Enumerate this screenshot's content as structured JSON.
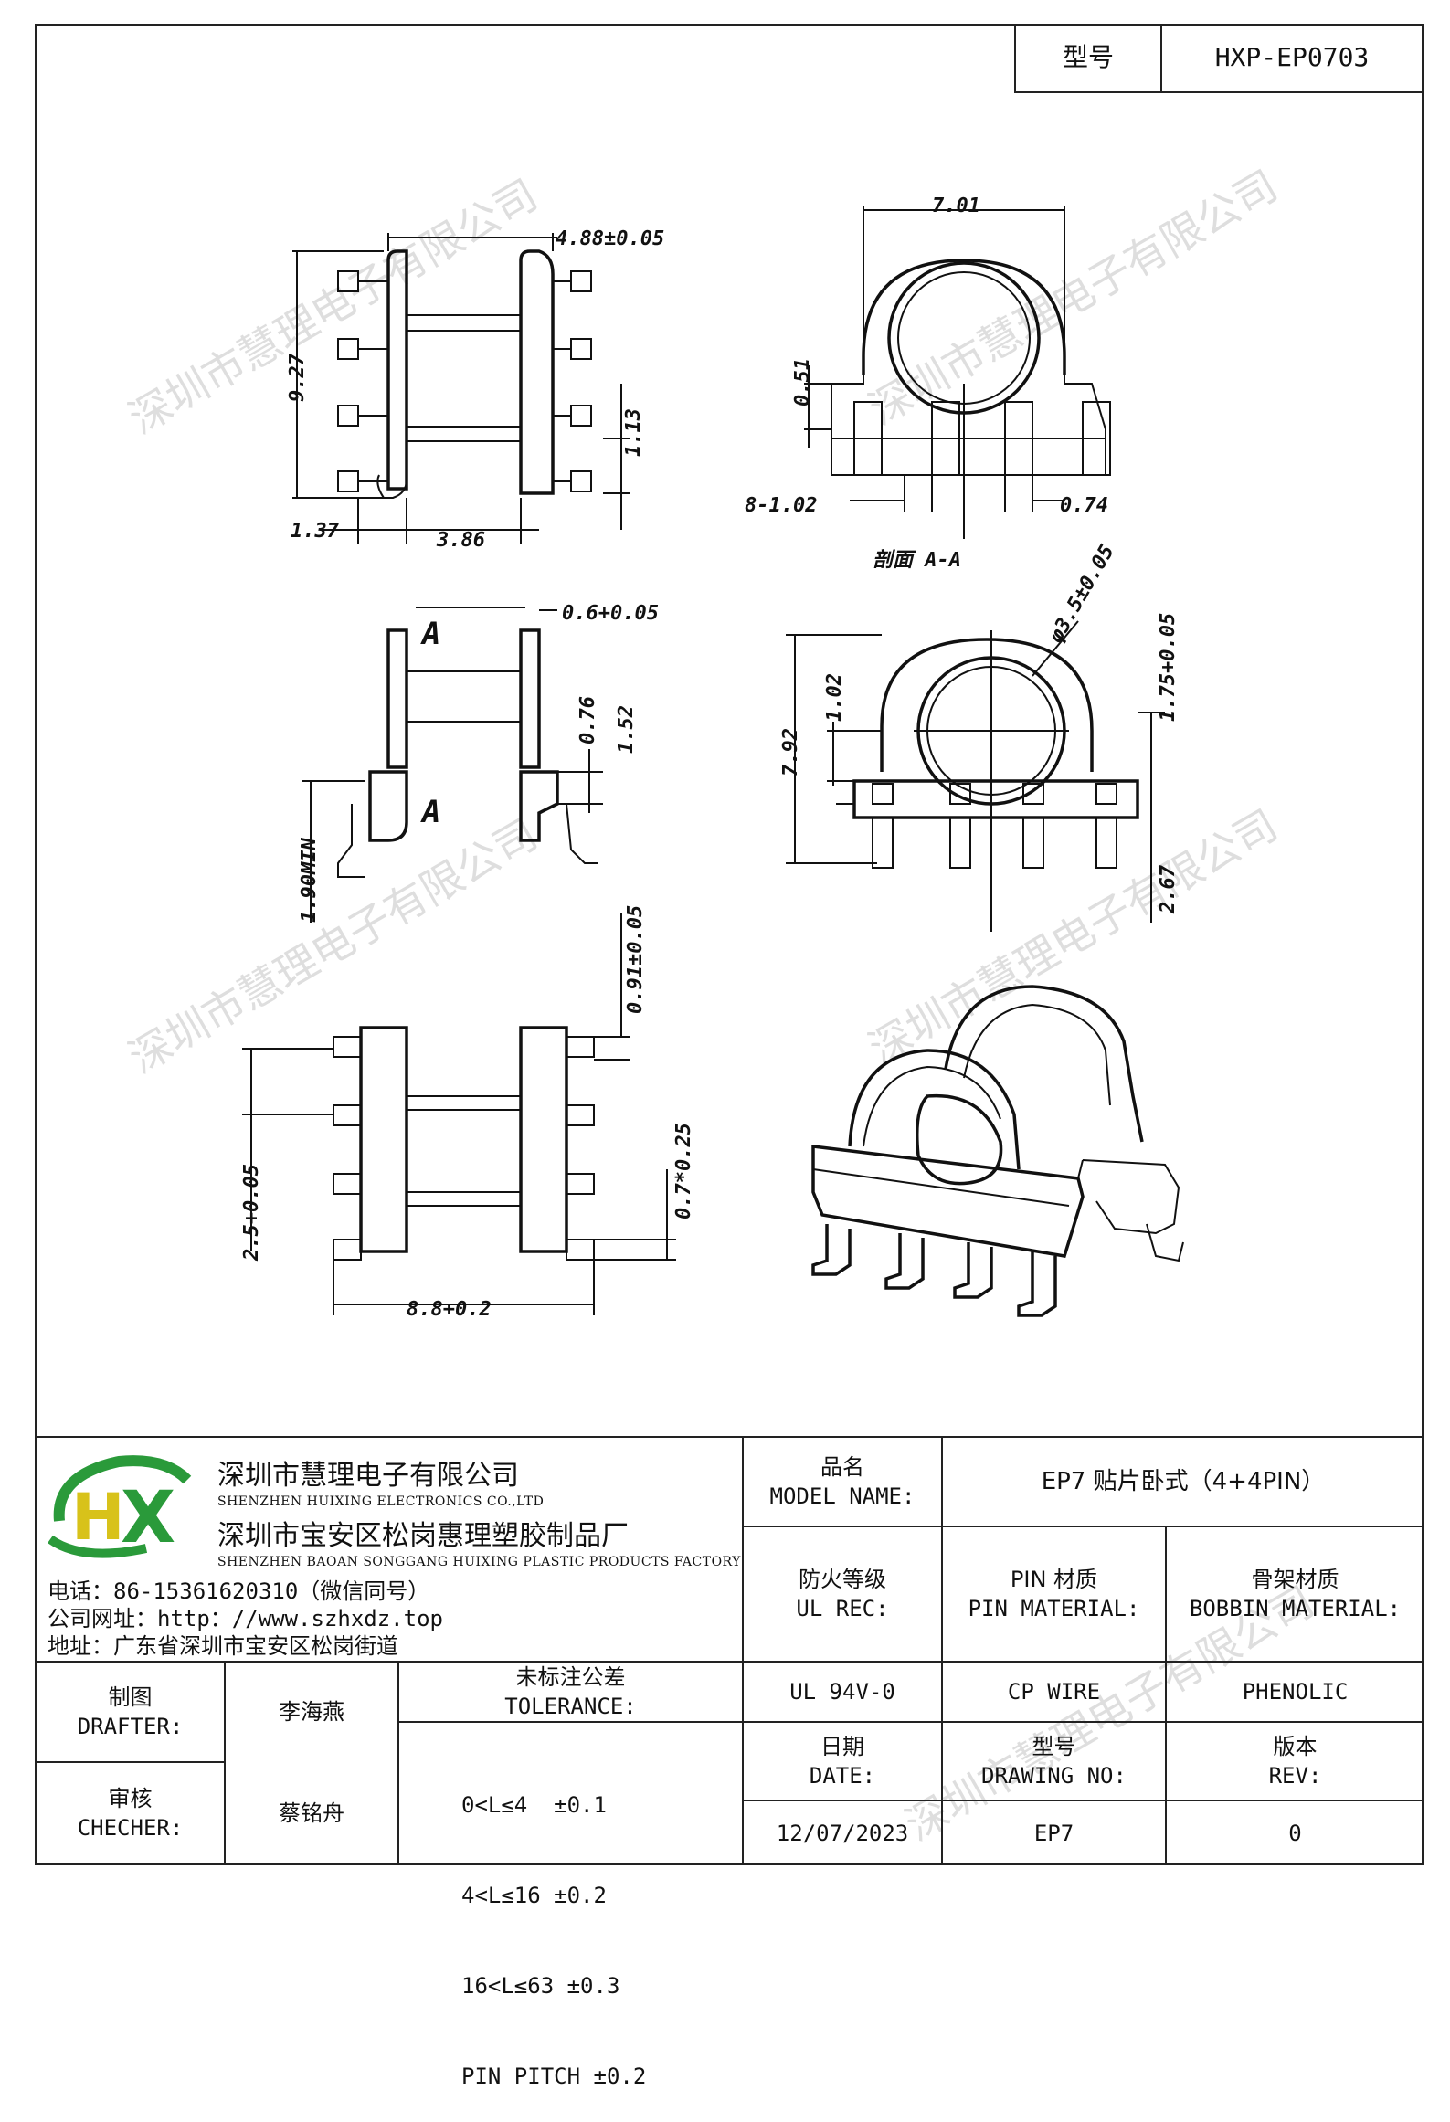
{
  "header": {
    "model_label": "型号",
    "model_value": "HXP-EP0703"
  },
  "watermark": "深圳市慧理电子有限公司",
  "dimensions": {
    "top_left": {
      "width_488": "4.88±0.05",
      "height_927": "9.27",
      "pin_113": "1.13",
      "left_137": "1.37",
      "inner_386": "3.86"
    },
    "top_right": {
      "width_701": "7.01",
      "d051": "0.51",
      "pins": "8-1.02",
      "d074": "0.74",
      "section": "剖面 A-A"
    },
    "mid_left": {
      "d06": "0.6+0.05",
      "d076": "0.76",
      "d152": "1.52",
      "min": "1.90MIN",
      "label_a_top": "A",
      "label_a_bottom": "A"
    },
    "mid_right": {
      "dia": "φ3.5±0.05",
      "d175": "1.75+0.05",
      "d792": "7.92",
      "d102": "1.02",
      "d267": "2.67"
    },
    "bottom_left": {
      "d091": "0.91±0.05",
      "d25": "2.5+0.05",
      "d07": "0.7*0.25",
      "d88": "8.8+0.2"
    }
  },
  "title_block": {
    "company_cn": "深圳市慧理电子有限公司",
    "company_en": "SHENZHEN HUIXING ELECTRONICS CO.,LTD",
    "factory_cn": "深圳市宝安区松岗惠理塑胶制品厂",
    "factory_en": "SHENZHEN BAOAN SONGGANG HUIXING PLASTIC PRODUCTS FACTORY",
    "phone": "电话：86-15361620310（微信同号）",
    "website": "公司网址：http：//www.szhxdz.top",
    "address": "地址：广东省深圳市宝安区松岗街道",
    "logo_text_h": "H",
    "logo_text_x": "X",
    "drafter_cn": "制图",
    "drafter_en": "DRAFTER:",
    "drafter_name": "李海燕",
    "checker_cn": "审核",
    "checker_en": "CHECHER:",
    "checker_name": "蔡铭舟",
    "tolerance_cn": "未标注公差",
    "tolerance_en": "TOLERANCE:",
    "tolerances": [
      "0<L≤4  ±0.1",
      "4<L≤16 ±0.2",
      "16<L≤63 ±0.3",
      "PIN PITCH ±0.2"
    ],
    "model_name_cn": "品名",
    "model_name_en": "MODEL NAME:",
    "model_name_value": "EP7 贴片卧式（4+4PIN）",
    "ul_cn": "防火等级",
    "ul_en": "UL REC:",
    "pin_cn": "PIN 材质",
    "pin_en": "PIN MATERIAL:",
    "bobbin_cn": "骨架材质",
    "bobbin_en": "BOBBIN MATERIAL:",
    "ul_value": "UL 94V-0",
    "pin_value": "CP WIRE",
    "bobbin_value": "PHENOLIC",
    "date_cn": "日期",
    "date_en": "DATE:",
    "drawing_cn": "型号",
    "drawing_en": "DRAWING NO:",
    "rev_cn": "版本",
    "rev_en": "REV:",
    "date_value": "12/07/2023",
    "drawing_value": "EP7",
    "rev_value": "0"
  }
}
